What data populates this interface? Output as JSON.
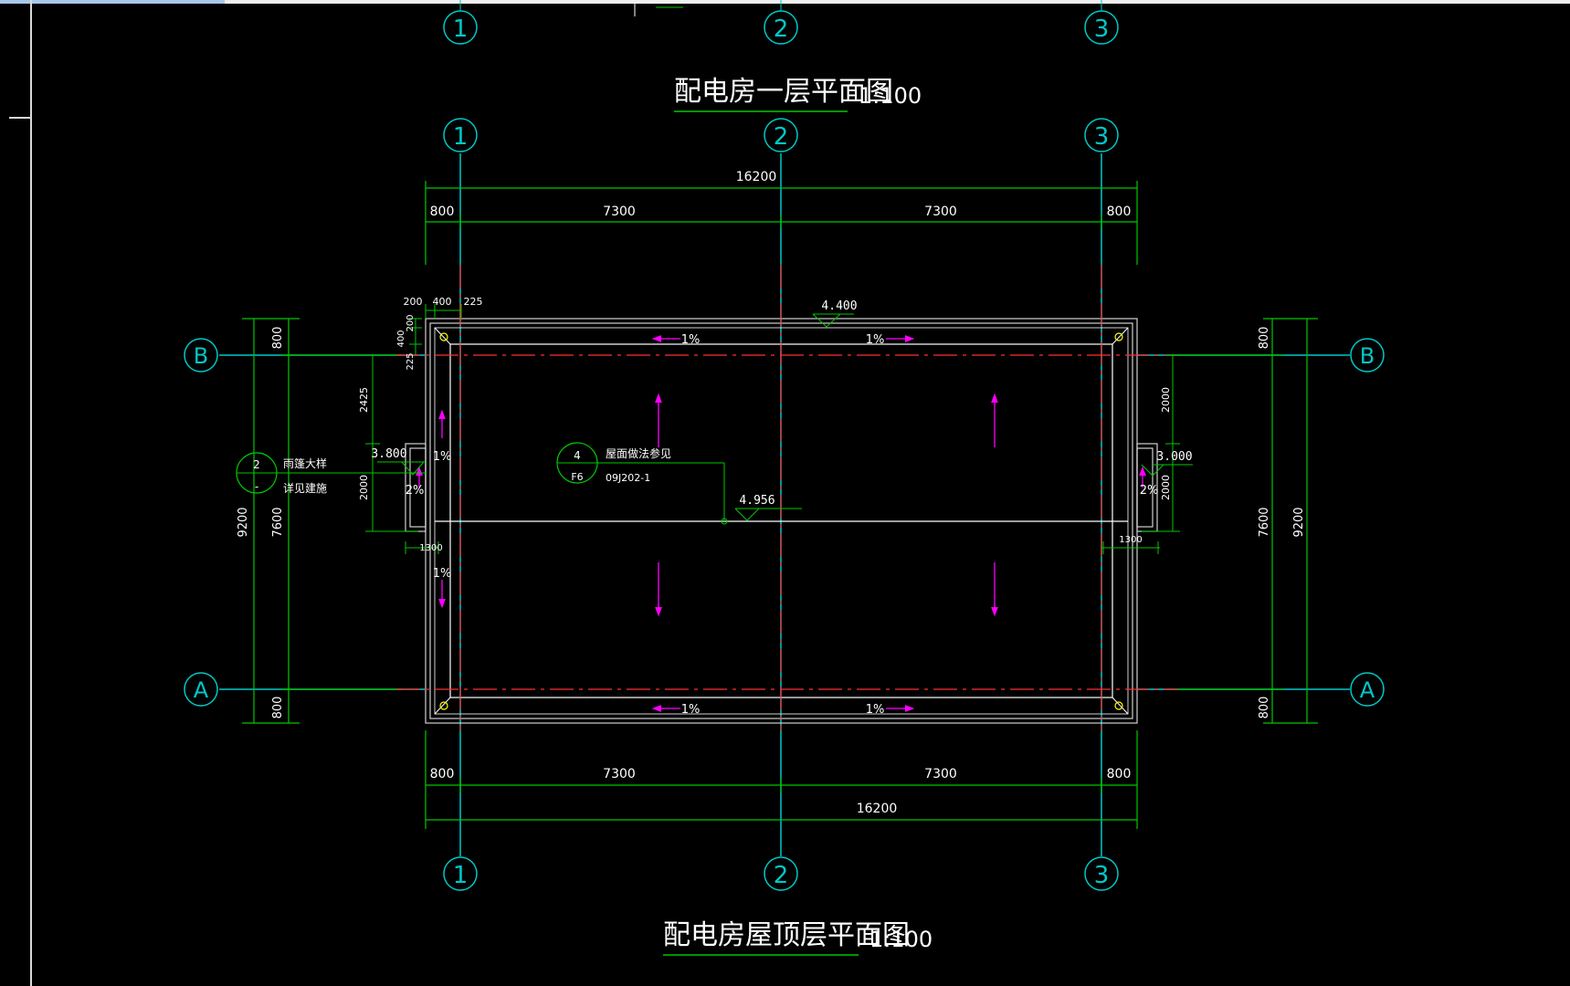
{
  "titles": {
    "top": {
      "cn": "配电房一层平面图",
      "scale": "1:100"
    },
    "bottom": {
      "cn": "配电房屋顶层平面图",
      "scale": "1:100"
    }
  },
  "axes": {
    "columns": [
      "1",
      "2",
      "3"
    ],
    "rows": [
      "B",
      "A"
    ]
  },
  "dims": {
    "total": "16200",
    "edge": "800",
    "bay": "7300",
    "height_total": "9200",
    "height_inner": "7600",
    "d200": "200",
    "d400": "400",
    "d225": "225",
    "d2425": "2425",
    "d2000": "2000",
    "d1300": "1300"
  },
  "elevations": {
    "eave": "4.400",
    "ridge": "4.956",
    "left": "3.800",
    "right": "3.000"
  },
  "slopes": {
    "one": "1%",
    "two": "2%"
  },
  "callouts": {
    "detail": {
      "num": "2",
      "dash": "-",
      "line1": "雨篷大样",
      "line2": "详见建施"
    },
    "roof": {
      "num": "4",
      "sheet": "F6",
      "line1": "屋面做法参见",
      "line2": "09J202-1"
    }
  }
}
